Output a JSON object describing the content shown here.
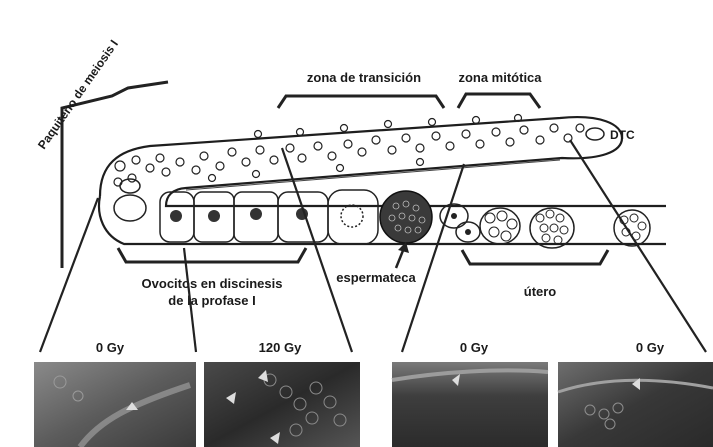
{
  "labels": {
    "paquiteno": "Paquiteno  de meiosis I",
    "zona_transicion": "zona de transición",
    "zona_mitotica": "zona mitótica",
    "dtc": "DTC",
    "ovocitos_line1": "Ovocitos en discinesis",
    "ovocitos_line2": "de la profase I",
    "espermateca": "espermateca",
    "utero": "útero"
  },
  "panels": [
    {
      "dose": "0 Gy"
    },
    {
      "dose": "120 Gy"
    },
    {
      "dose": "0 Gy"
    },
    {
      "dose": "0 Gy"
    }
  ]
}
